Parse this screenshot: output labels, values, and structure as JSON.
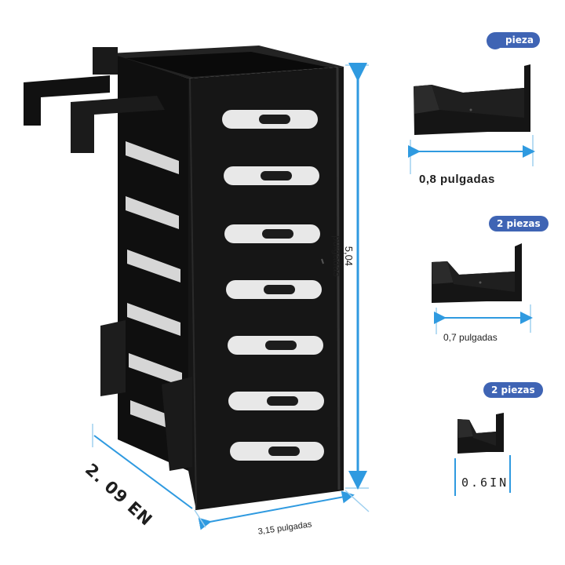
{
  "product": {
    "height_label": "5,04\npulgadas",
    "depth_label": "2. 09 EN",
    "width_label": "3,15 pulgadas"
  },
  "hooks": [
    {
      "badge": "pieza",
      "size_label": "0,8 pulgadas"
    },
    {
      "badge": "2 piezas",
      "size_label": "0,7 pulgadas"
    },
    {
      "badge": "2 piezas",
      "size_label": "0.6IN"
    }
  ],
  "colors": {
    "plastic": "#151515",
    "plastic_edge": "#2e2e2e",
    "dimension_line": "#2f9ae0",
    "badge": "#3f64b4"
  }
}
